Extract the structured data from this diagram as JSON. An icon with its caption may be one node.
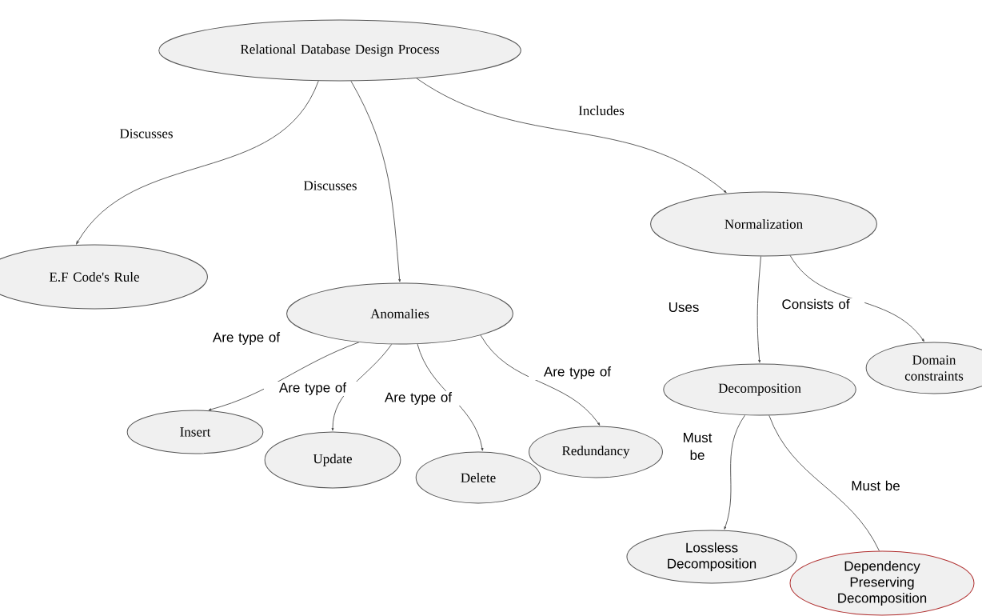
{
  "diagram": {
    "nodes": [
      {
        "text": [
          "Relational Database Design Process"
        ]
      },
      {
        "text": [
          "E.F Code's Rule"
        ]
      },
      {
        "text": [
          "Normalization"
        ]
      },
      {
        "text": [
          "Anomalies"
        ]
      },
      {
        "text": [
          "Domain constraints"
        ]
      },
      {
        "text": [
          "Decomposition"
        ]
      },
      {
        "text": [
          "Insert"
        ]
      },
      {
        "text": [
          "Update"
        ]
      },
      {
        "text": [
          "Redundancy"
        ]
      },
      {
        "text": [
          "Delete"
        ]
      },
      {
        "text": [
          "Lossless Decomposition"
        ]
      },
      {
        "text": [
          "Dependency Preserving Decomposition"
        ]
      }
    ],
    "edges": [
      {
        "from": 0,
        "to": 1,
        "arrow": "to",
        "label": "Discusses"
      },
      {
        "from": 0,
        "to": 3,
        "arrow": "to",
        "label": "Discusses"
      },
      {
        "from": 0,
        "to": 2,
        "arrow": "to",
        "label": "Includes"
      },
      {
        "from": 3,
        "to": 6,
        "arrow": "to",
        "label": "Are type of"
      },
      {
        "from": 3,
        "to": 7,
        "arrow": "to",
        "label": "Are type of"
      },
      {
        "from": 3,
        "to": 9,
        "arrow": "to",
        "label": "Are type of"
      },
      {
        "from": 3,
        "to": 8,
        "arrow": "to",
        "label": "Are type of"
      },
      {
        "from": 2,
        "to": 5,
        "arrow": "to",
        "label": "Uses"
      },
      {
        "from": 2,
        "to": 4,
        "arrow": "to",
        "label": "Consists of"
      },
      {
        "from": 5,
        "to": 10,
        "arrow": "to",
        "label": "Must be"
      },
      {
        "from": 5,
        "to": 11,
        "arrow": "none",
        "label": "Must be"
      }
    ]
  }
}
